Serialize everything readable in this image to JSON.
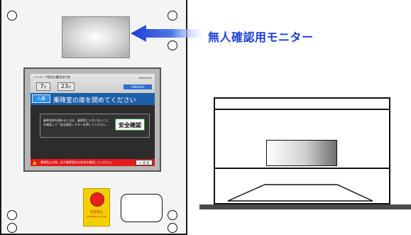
{
  "camera_label": "無人確認用モニター",
  "screen": {
    "header_left_label_1": "ハイループ登録台数",
    "header_left_label_2": "全登録台数",
    "count_1": "7",
    "count_1_unit": "台",
    "count_2": "23",
    "count_2_unit": "台",
    "english_button": "ENGLISH",
    "entry_badge": "入庫",
    "title": "乗降室の扉を閉めてください",
    "message": "乗降室扉を閉めるときは、乗降室に人がいないことを確認して「安全確認」ボタンを押してください。",
    "safety_button": "安全確認",
    "warning_text": "事故防止の為、必ず乗降室内の安全を確認してください。",
    "back_button": "戻る"
  },
  "emergency_stop": {
    "label_jp": "非常停止",
    "label_en": "Emergency stop"
  },
  "colors": {
    "label_blue": "#1c3fd6",
    "title_bar": "#1c5fa8",
    "warning_red": "#e31c1c",
    "estop_yellow": "#f2d000",
    "estop_red": "#e8201c"
  }
}
